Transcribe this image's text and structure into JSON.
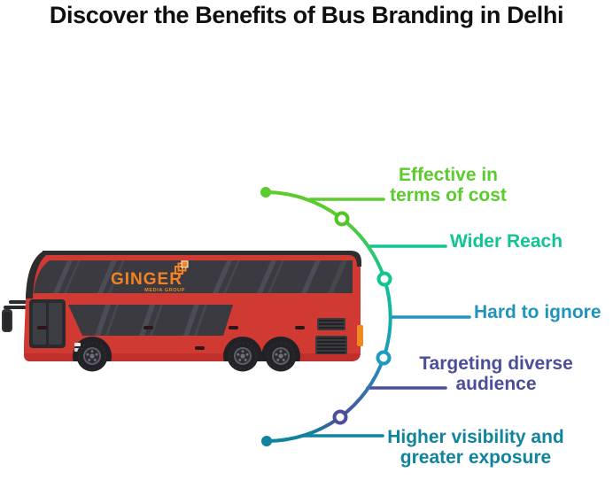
{
  "title": "Discover the Benefits of Bus Branding in Delhi",
  "bus": {
    "brand": "GINGER",
    "brand_tagline": "MEDIA GROUP",
    "brand_color": "#f58220",
    "body_color": "#d13a33"
  },
  "benefits": [
    {
      "label": "Effective in terms of cost",
      "lines": [
        "Effective in",
        "terms of cost"
      ],
      "color": "#5ccb2c"
    },
    {
      "label": "Wider Reach",
      "lines": [
        "Wider Reach"
      ],
      "color": "#10c592"
    },
    {
      "label": "Hard to ignore",
      "lines": [
        "Hard to ignore"
      ],
      "color": "#2094bd"
    },
    {
      "label": "Targeting diverse audience",
      "lines": [
        "Targeting diverse",
        "audience"
      ],
      "color": "#4b4e9b"
    },
    {
      "label": "Higher visibility and greater exposure",
      "lines": [
        "Higher visibility and",
        "greater exposure"
      ],
      "color": "#11849d"
    }
  ],
  "arc": {
    "segment_colors": [
      "#5ccb2c",
      "#10c592",
      "#2094bd",
      "#4b4e9b",
      "#11849d"
    ],
    "start_dot_color": "#5ccb2c",
    "end_dot_color": "#11849d"
  }
}
